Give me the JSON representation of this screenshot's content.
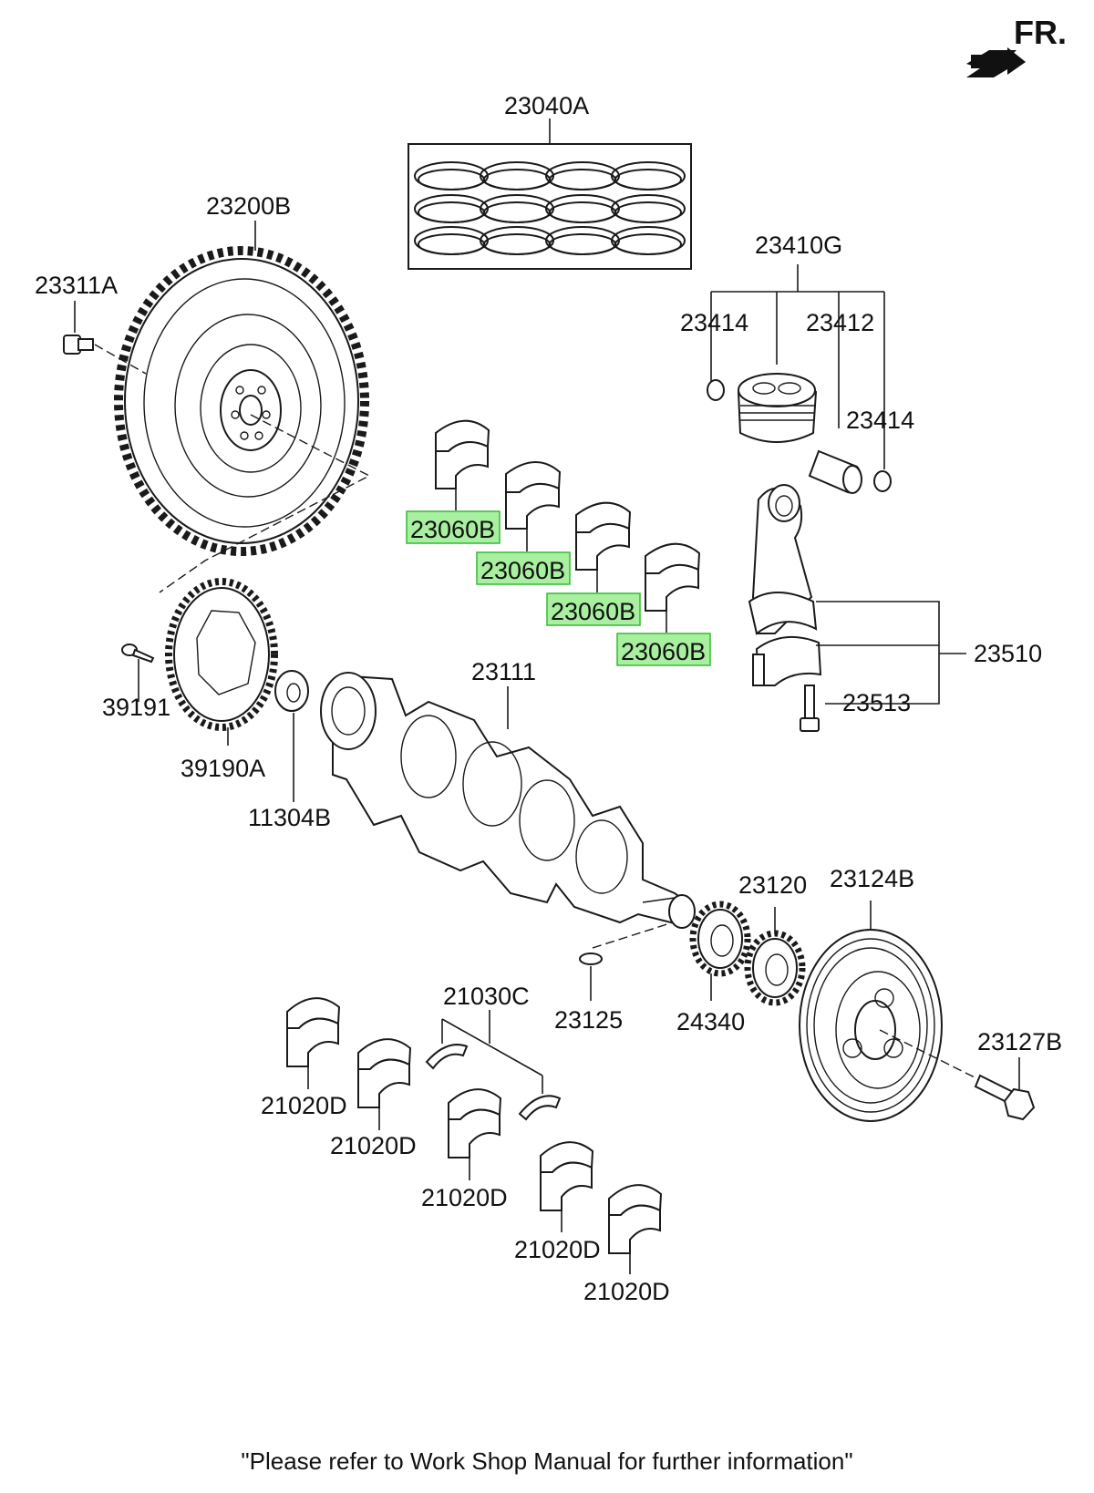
{
  "header": {
    "direction_label": "FR."
  },
  "parts": {
    "piston_ring_set": "23040A",
    "flywheel": "23200B",
    "flywheel_bolt": "23311A",
    "piston_pin_set": "23410G",
    "snap_ring_left": "23414",
    "piston_pin": "23412",
    "snap_ring_right": "23414",
    "conrod_bearing_1": "23060B",
    "conrod_bearing_2": "23060B",
    "conrod_bearing_3": "23060B",
    "conrod_bearing_4": "23060B",
    "connecting_rod": "23510",
    "conrod_bolt": "23513",
    "crankshaft": "23111",
    "plate_screw": "39191",
    "reluctor_wheel": "39190A",
    "pilot_bushing": "11304B",
    "crank_sprocket": "23120",
    "damper_pulley": "23124B",
    "thrust_washer": "21030C",
    "woodruff_key": "23125",
    "oil_pump_sprocket": "24340",
    "pulley_bolt": "23127B",
    "main_bearing_1": "21020D",
    "main_bearing_2": "21020D",
    "main_bearing_3": "21020D",
    "main_bearing_4": "21020D",
    "main_bearing_5": "21020D"
  },
  "highlight_color": "#a8f0a0",
  "footer": {
    "note": "\"Please refer to Work Shop Manual for further information\""
  }
}
